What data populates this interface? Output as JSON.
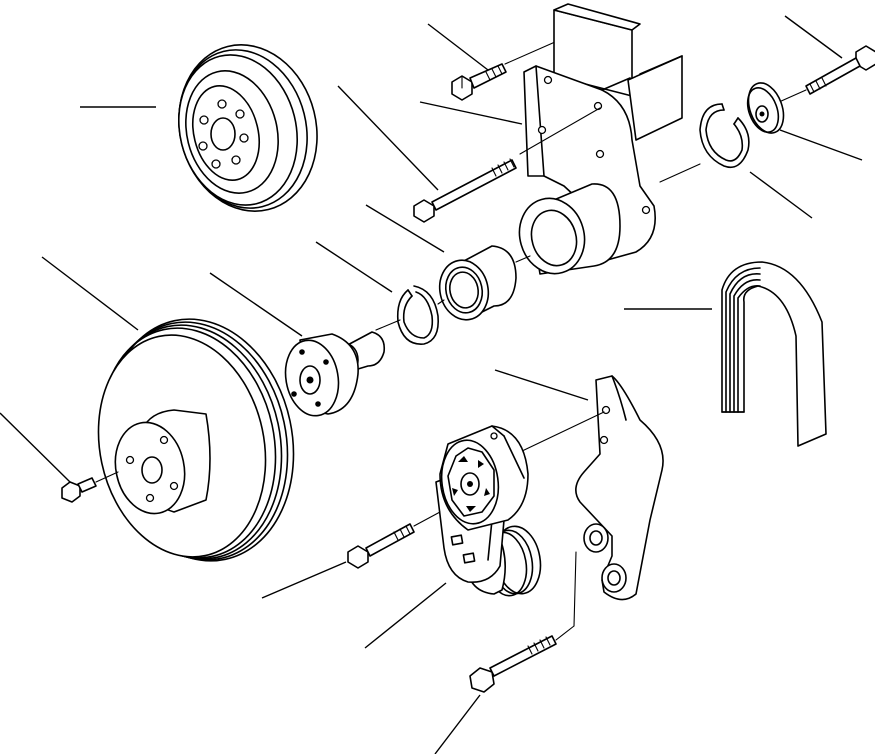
{
  "diagram": {
    "type": "exploded-parts-view",
    "line_color": "#000000",
    "background": "#ffffff",
    "parts": [
      "crankshaft-pulley",
      "bracket-bolt-upper",
      "fan-bracket",
      "bracket-long-bolt",
      "fan-bolt",
      "washer",
      "snap-ring-outer",
      "fan-hub-housing",
      "bearing",
      "snap-ring-inner",
      "hub-shaft",
      "fan-pulley",
      "fan-pulley-bolt",
      "tensioner-bracket",
      "belt-tensioner",
      "tensioner-bolt",
      "bracket-bolt-lower",
      "drive-belt"
    ]
  }
}
